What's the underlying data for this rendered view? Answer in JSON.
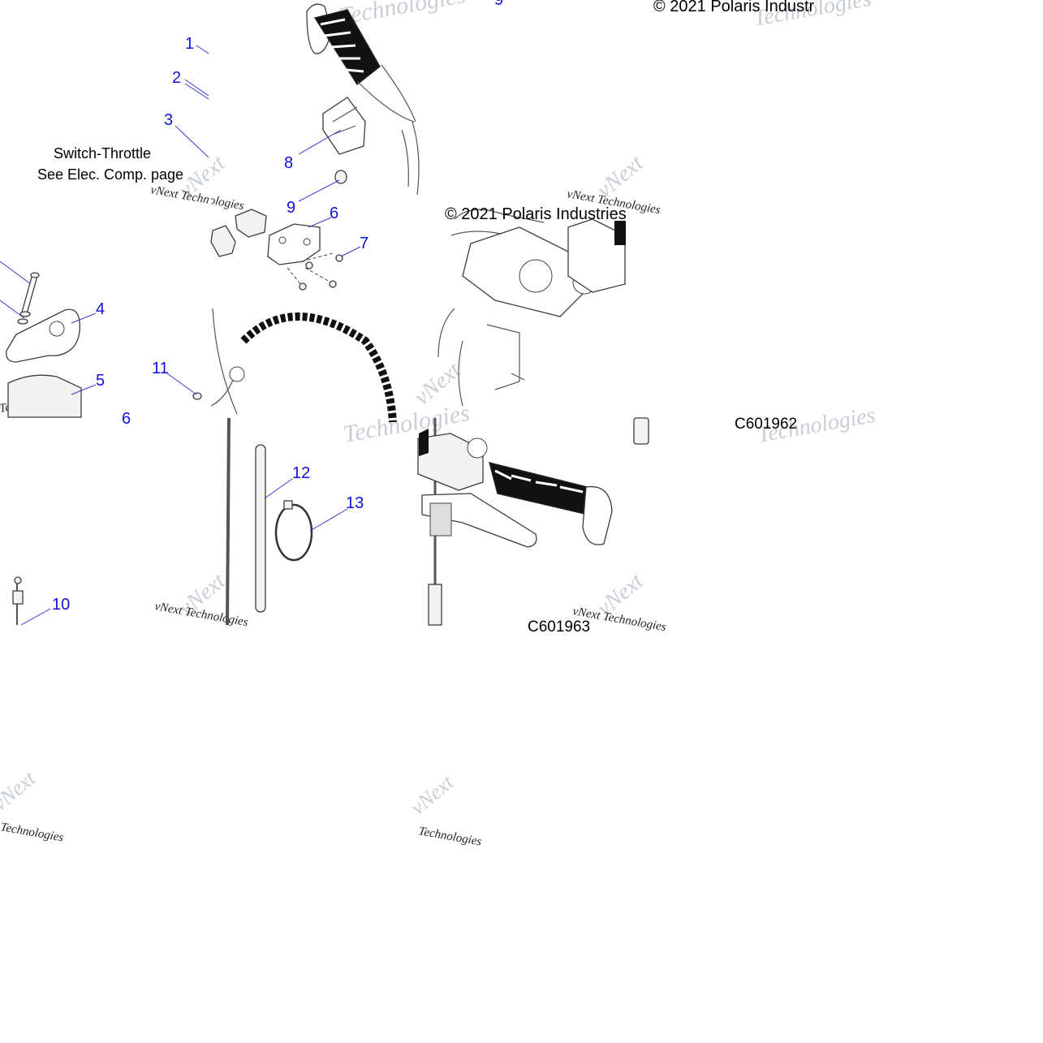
{
  "copyright": {
    "top_right": "© 2021 Polaris Industr",
    "mid": "© 2021 Polaris Industries"
  },
  "notes": {
    "switch_throttle_line1": "Switch-Throttle",
    "switch_throttle_line2": "See Elec. Comp. page"
  },
  "figure_codes": {
    "c1": "C601962",
    "c2": "C601963"
  },
  "callouts": [
    {
      "id": "1",
      "label": "1"
    },
    {
      "id": "2",
      "label": "2"
    },
    {
      "id": "3",
      "label": "3"
    },
    {
      "id": "4",
      "label": "4"
    },
    {
      "id": "5",
      "label": "5"
    },
    {
      "id": "6",
      "label": "6"
    },
    {
      "id": "7",
      "label": "7"
    },
    {
      "id": "8",
      "label": "8"
    },
    {
      "id": "9",
      "label": "9"
    },
    {
      "id": "10",
      "label": "10"
    },
    {
      "id": "11",
      "label": "11"
    },
    {
      "id": "12",
      "label": "12"
    },
    {
      "id": "13",
      "label": "13"
    }
  ],
  "watermark": {
    "brand_a": "vNext",
    "brand_b": "Technologies",
    "line": "vNext Technologies"
  },
  "colors": {
    "callout": "#1010dd",
    "leader": "#3a3ad0",
    "watermark": "#c9ced6"
  }
}
